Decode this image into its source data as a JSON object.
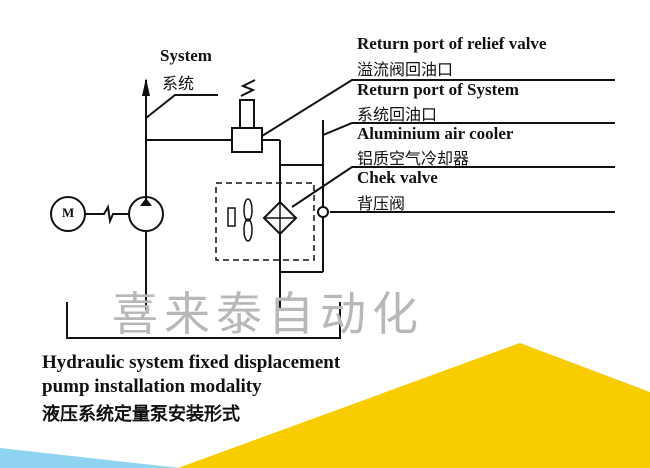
{
  "system": {
    "en": "System",
    "cn": "系统"
  },
  "labels": [
    {
      "en": "Return port of relief valve",
      "cn": "溢流阀回油口"
    },
    {
      "en": "Return port of System",
      "cn": "系统回油口"
    },
    {
      "en": "Aluminium air cooler",
      "cn": "铝质空气冷却器"
    },
    {
      "en": "Chek valve",
      "cn": "背压阀"
    }
  ],
  "motor_symbol": "M",
  "watermark": "喜来泰自动化",
  "caption": {
    "line1": "Hydraulic system fixed displacement",
    "line2": "pump installation modality",
    "line3": "液压系统定量泵安装形式"
  },
  "colors": {
    "yellow": "#f9cc00",
    "blue": "#8ed3ef",
    "line": "#111111"
  }
}
